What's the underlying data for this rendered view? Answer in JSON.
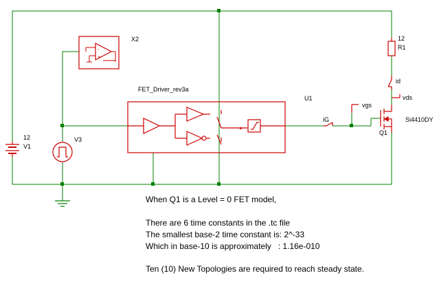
{
  "labels": {
    "x2": "X2",
    "fet_driver": "FET_Driver_rev3a",
    "u1": "U1",
    "v1_value": "12",
    "v1_name": "V1",
    "v3_name": "V3",
    "r1_value": "12",
    "r1_name": "R1",
    "id_probe": "id",
    "vds_probe": "vds",
    "vgs_probe": "vgs",
    "ig_probe": "iG",
    "q1_part": "Si4410DY",
    "q1_name": "Q1",
    "plus_sign": "+"
  },
  "notes": {
    "line1": "When Q1 is a Level = 0 FET model,",
    "line2": "There are 6 time constants in the .tc file",
    "line3": "The smallest base-2 time constant is: 2^-33",
    "line4": "Which in base-10 is approximately   : 1.16e-010",
    "line5": "Ten (10) New Topologies are required to reach steady state."
  },
  "colors": {
    "wire": "#008000",
    "component": "#cc0000",
    "node": "#008000"
  }
}
